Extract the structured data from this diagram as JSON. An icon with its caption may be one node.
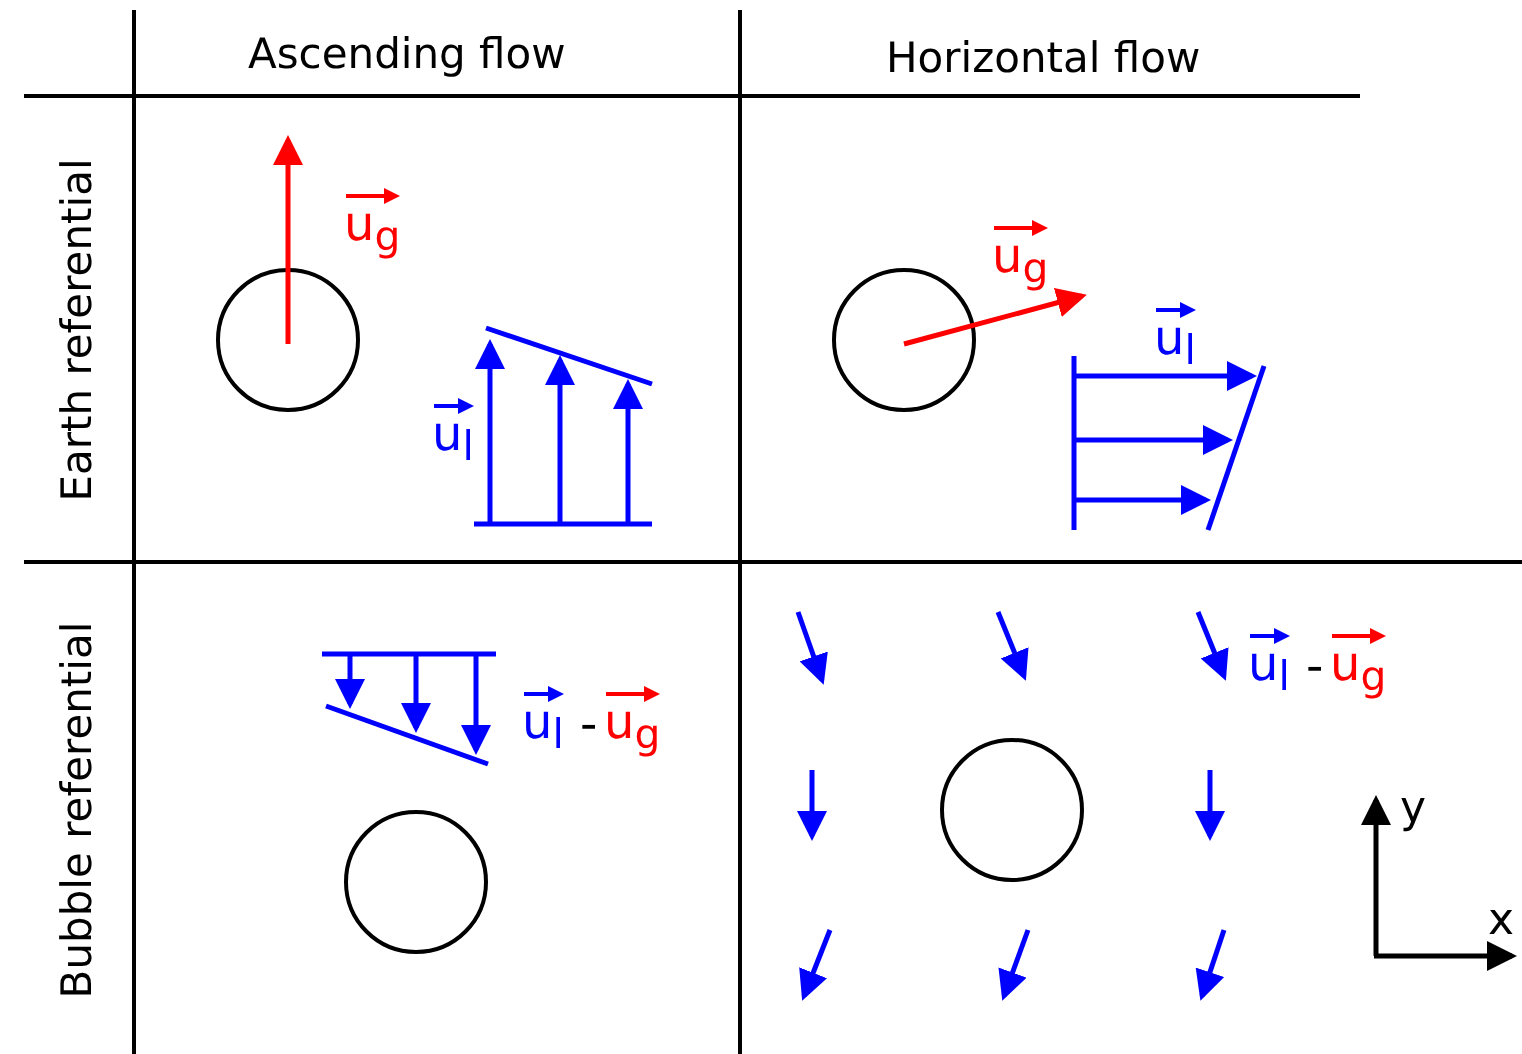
{
  "diagram": {
    "labels": [
      "Ascending flow",
      "Horizontal flow",
      "Earth referential",
      "u$_{g}$",
      "u$_{g}$",
      "u$_{l}$",
      "u$_{l}$",
      "Bubble referential",
      "u$_{l}$",
      "-",
      "u$_{g}$",
      "u$_{l}$",
      "-",
      "u$_{g}$",
      "y",
      "x"
    ]
  }
}
